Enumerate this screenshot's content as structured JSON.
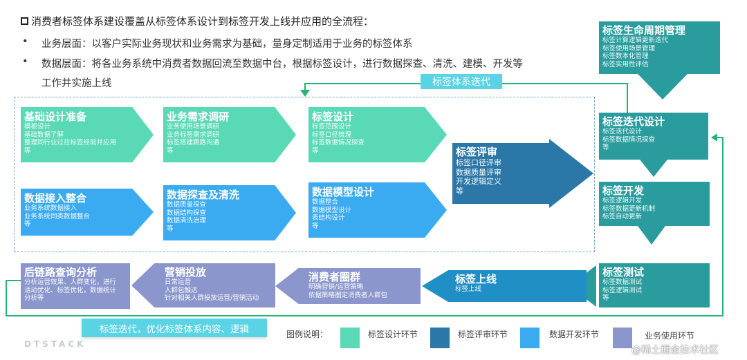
{
  "header": {
    "title": "消费者标签体系建设覆盖从标签体系设计到标签开发上线并应用的全流程：",
    "bullet_symbol": "•",
    "bullets": [
      "业务层面：以客户实际业务现状和业务需求为基础，量身定制适用于业务的标签体系",
      "数据层面：将各业务系统中消费者数据回流至数据中台，根据标签设计，进行数据探查、清洗、建模、开发等",
      "工作并实施上线"
    ]
  },
  "boxes": {
    "jichu": {
      "title": "基础设计准备",
      "lines": [
        "模板设计",
        "基础数据了解",
        "整理同行业过往标签经验并应用",
        "等"
      ]
    },
    "yewu": {
      "title": "业务需求调研",
      "lines": [
        "业务使用场景调研",
        "业务标签需求调研",
        "标签搭建跳路沟通",
        "等"
      ]
    },
    "biaoqiansheji": {
      "title": "标签设计",
      "lines": [
        "标签范围设计",
        "标签口径梳理",
        "标签数据情况探查",
        "等"
      ]
    },
    "pingshen": {
      "title": "标签评审",
      "lines": [
        "标签口径评审",
        "数据质量评审",
        "开发逻辑定义",
        "等"
      ]
    },
    "jieru": {
      "title": "数据接入整合",
      "lines": [
        "业务系统数据接入",
        "业务系统同类数据整合",
        "等"
      ]
    },
    "tancha": {
      "title": "数据探查及清洗",
      "lines": [
        "数据质量探查",
        "数据结构探查",
        "数据清洗治理",
        "等"
      ]
    },
    "moxing": {
      "title": "数据模型设计",
      "lines": [
        "数据整合",
        "数据模型设计",
        "表结构设计",
        "等"
      ]
    },
    "shengming": {
      "title": "标签生命周期管理",
      "lines": [
        "标签计算逻辑更新迭代",
        "标签使用场景管理",
        "标签数本化管理",
        "标签实用性评估"
      ]
    },
    "diedai": {
      "title": "标签迭代设计",
      "lines": [
        "标签迭代设计",
        "标签数据情况探查",
        "等"
      ]
    },
    "kaifa": {
      "title": "标签开发",
      "lines": [
        "标签逻辑开发",
        "标签数据更新机制",
        "标签自动更新"
      ]
    },
    "ceshi": {
      "title": "标签测试",
      "lines": [
        "标签数据测试",
        "标签逻辑测试",
        "等"
      ]
    },
    "shangxian": {
      "title": "标签上线",
      "lines": [
        "标签上线"
      ]
    },
    "quanqun": {
      "title": "消费者圈群",
      "lines": [
        "明确营销/运营策略",
        "依据策略圈定消费者人群包"
      ]
    },
    "yingxiao": {
      "title": "营销投放",
      "lines": [
        "日常运营",
        "人群包触达",
        "针对相关人群投放运营/营销活动"
      ]
    },
    "houlian": {
      "title": "后链路查询分析",
      "lines": [
        "分析运营效果、人群变化，进行",
        "活动优化、标签优化，数据统计",
        "分析等"
      ]
    }
  },
  "banners": {
    "top": "标签体系迭代",
    "bottom": "标签迭代，优化标签体系内容、逻辑"
  },
  "legend": {
    "label": "图例说明：",
    "items": [
      {
        "name": "标签设计环节",
        "color": "#59d9b5"
      },
      {
        "name": "标签评审环节",
        "color": "#2a77a8"
      },
      {
        "name": "数据开发环节",
        "color": "#3aaaf1"
      },
      {
        "name": "业务使用环节",
        "color": "#8b97cc"
      }
    ]
  },
  "brand": "DTSTACK",
  "watermark": "@稀土掘金技术社区",
  "colors": {
    "design": "#59d9b5",
    "review": "#2a77a8",
    "dev": "#3aaaf1",
    "use": "#8b97cc",
    "teal": "#2a9c9e",
    "loop_line": "#22b573",
    "banner": "#5ad3e4"
  }
}
